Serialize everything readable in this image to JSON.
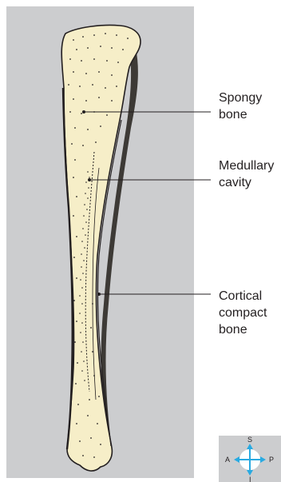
{
  "labels": {
    "spongy": "Spongy\nbone",
    "medullary": "Medullary\ncavity",
    "cortical": "Cortical\ncompact\nbone"
  },
  "compass": {
    "superior": "S",
    "inferior": "I",
    "anterior": "A",
    "posterior": "P"
  },
  "colors": {
    "panel": "#cccdcf",
    "bone_fill": "#f6eec8",
    "outline": "#231f20",
    "arrow": "#29aae1"
  }
}
